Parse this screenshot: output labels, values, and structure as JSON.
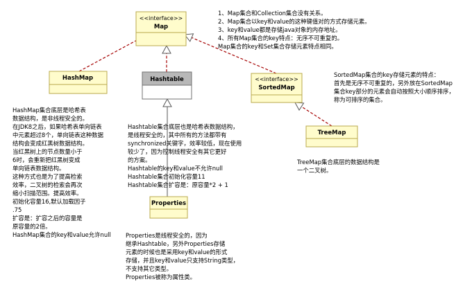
{
  "classes": {
    "map": {
      "stereotype": "<<interface>>",
      "name": "Map"
    },
    "hashmap": {
      "name": "HashMap"
    },
    "hashtable": {
      "name": "Hashtable"
    },
    "sortedmap": {
      "stereotype": "<<interface>>",
      "name": "SortedMap"
    },
    "treemap": {
      "name": "TreeMap"
    },
    "properties": {
      "name": "Properties"
    }
  },
  "notes": {
    "map_notes": [
      "1、Map集合和Collection集合没有关系。",
      "2、Map集合以key和value的这种键值对的方式存储元素。",
      "3、key和value都是存储java对象的内存地址。",
      "4、所有Map集合的key特点：无序不可重复的。",
      "Map集合的key和Set集合存储元素特点相同。"
    ],
    "sortedmap_notes": [
      "SortedMap集合的key存储元素的特点：",
      "首先是无序不可重复的，另外放在SortedMap",
      "集合key部分的元素会自动按照大小顺序排序，",
      "称为可排序的集合。"
    ],
    "hashmap_notes": [
      "HashMap集合底层是哈希表",
      "数据结构，是非线程安全的。",
      "在JDK8之后，如果哈希表单向链表",
      "中元素超过8个，单向链表这种数据",
      "结构会变成红黑树数据结构。",
      "当红黑树上的节点数量小于",
      "6时，会重新把红黑树变成",
      "单向链表数据结构。",
      "这种方式也是为了提高检索",
      "效率，二叉树的检索会再次",
      "缩小扫描范围。提高效率。",
      "初始化容量16,默认加载因子",
      ".75",
      "扩容是：扩容之后的容量是",
      "原容量的2倍。",
      "HashMap集合的key和value允许null"
    ],
    "hashtable_notes": [
      "Hashtable集合底层也是哈希表数据结构，",
      "是线程安全的，其中所有的方法都带有",
      "synchronized关键字，效率较低，现在使用",
      "较少了，因为控制线程安全有其它更好",
      "的方案。",
      "Hashtable的key和value不允许null",
      "Hashtable集合初始化容量11",
      "Hashtable集合扩容是：原容量*2 + 1"
    ],
    "treemap_notes": [
      "TreeMap集合底层的数据结构是",
      "一个二叉树。"
    ],
    "properties_notes": [
      "Properties是线程安全的，因为",
      "继承Hashtable，另外Properties存储",
      "元素的时候也是采用key和value的形式",
      "存储，并且key和value只支持String类型，",
      "不支持其它类型。",
      "Properties被称为属性类。"
    ]
  },
  "colors": {
    "box_fill": "#fffccc",
    "box_border": "#b8a84c",
    "hashtable_header": "#b8b8b8",
    "hashtable_border": "#707070",
    "edge_red": "#a50000",
    "edge_dark": "#555555"
  }
}
